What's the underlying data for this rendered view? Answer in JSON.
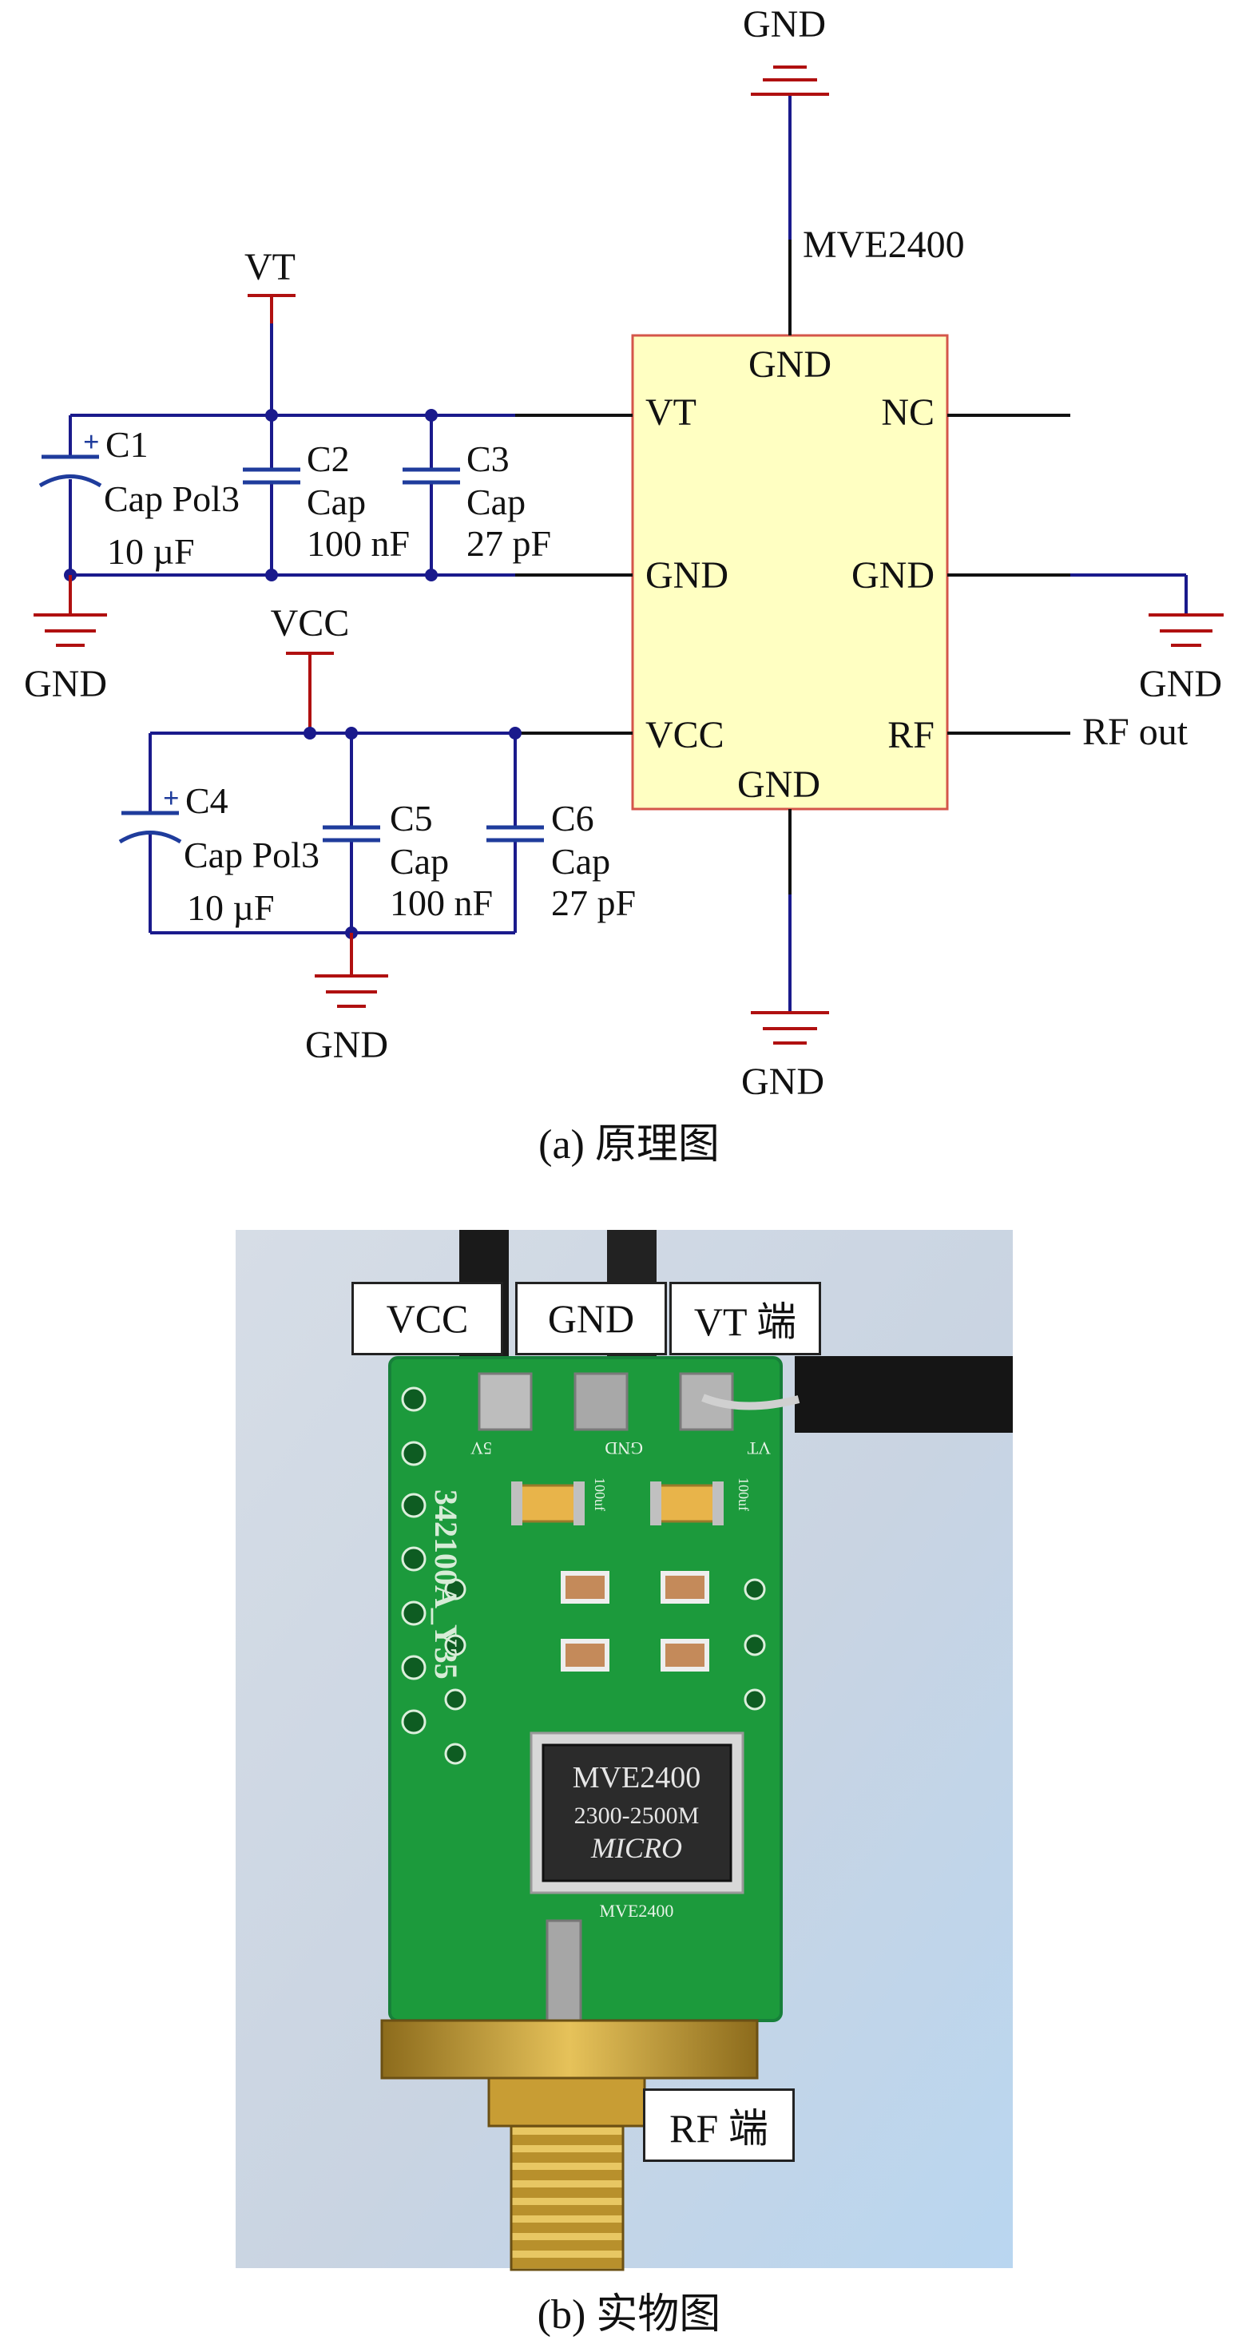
{
  "schematic": {
    "ic": {
      "name": "MVE2400",
      "pins": {
        "top": "GND",
        "vt": "VT",
        "nc": "NC",
        "gnd_left": "GND",
        "gnd_right": "GND",
        "vcc": "VCC",
        "rf": "RF",
        "bottom": "GND"
      }
    },
    "nets": {
      "vt": "VT",
      "vcc": "VCC",
      "rf_out": "RF out",
      "gnd_top": "GND",
      "gnd_left": "GND",
      "gnd_right": "GND",
      "gnd_mid": "GND",
      "gnd_bottom": "GND"
    },
    "components": [
      {
        "ref": "C1",
        "type": "Cap Pol3",
        "value": "10 µF"
      },
      {
        "ref": "C2",
        "type": "Cap",
        "value": "100 nF"
      },
      {
        "ref": "C3",
        "type": "Cap",
        "value": "27 pF"
      },
      {
        "ref": "C4",
        "type": "Cap Pol3",
        "value": "10 µF"
      },
      {
        "ref": "C5",
        "type": "Cap",
        "value": "100 nF"
      },
      {
        "ref": "C6",
        "type": "Cap",
        "value": "27 pF"
      }
    ],
    "polarity_mark": "+",
    "caption": "(a) 原理图"
  },
  "photo": {
    "labels": {
      "vcc": "VCC",
      "gnd": "GND",
      "vt": "VT 端",
      "rf": "RF 端"
    },
    "board_text": {
      "id": "342100A_Y35",
      "chip_line1": "MVE2400",
      "chip_line2": "2300-2500M",
      "chip_line3": "MICRO",
      "silk_chip": "MVE2400",
      "silk_5v": "5V",
      "silk_gnd": "GND",
      "silk_vt": "VT",
      "silk_100uf_a": "100uf",
      "silk_100uf_b": "100uf"
    },
    "caption": "(b) 实物图"
  },
  "colors": {
    "wire_blue": "#1a1a8c",
    "wire_black": "#111111",
    "power_red": "#b01010",
    "ic_fill": "#ffffc2",
    "ic_border": "#d4564a",
    "cap_blue": "#1f3c9c",
    "pcb_green": "#1c9a3c",
    "gold": "#c9a23a"
  }
}
